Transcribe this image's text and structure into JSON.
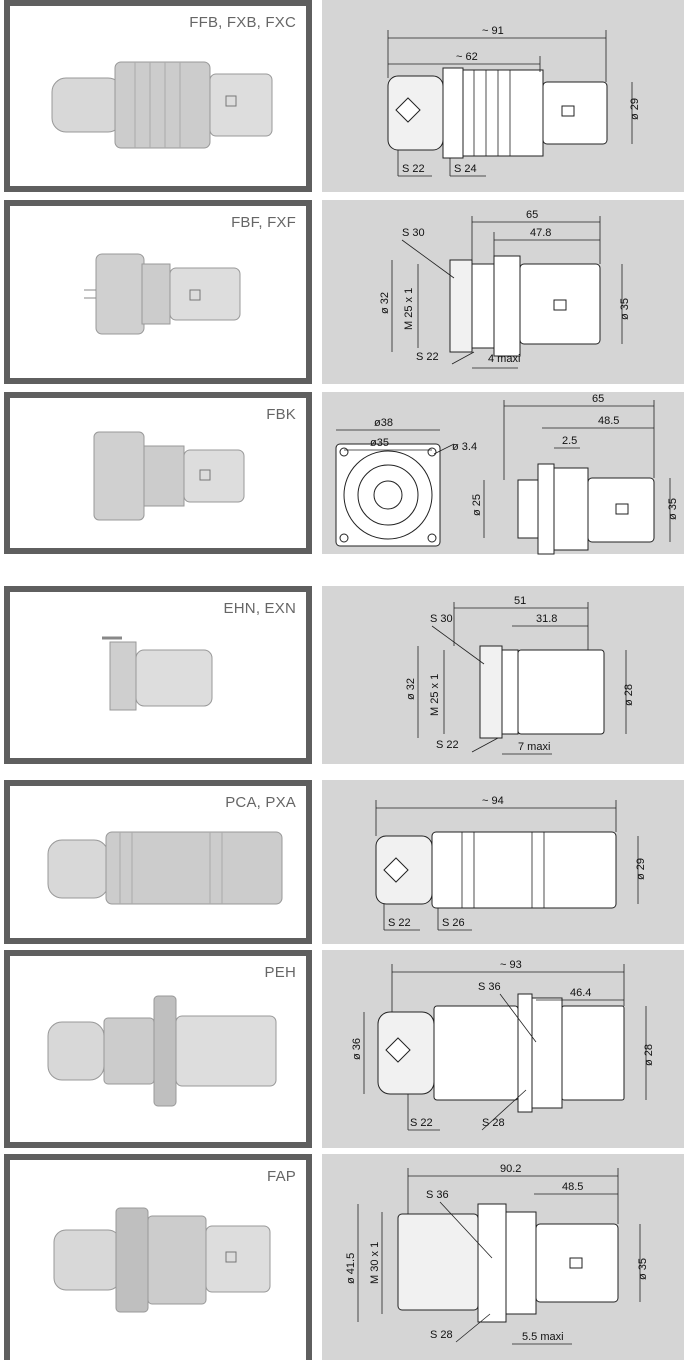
{
  "rows": [
    {
      "code": "FFB, FXB, FXC",
      "dims": {
        "a": "~ 91",
        "b": "~ 62",
        "c": "ø 29",
        "d": "S 22",
        "e": "S 24"
      }
    },
    {
      "code": "FBF, FXF",
      "dims": {
        "a": "65",
        "b": "47.8",
        "c": "S 30",
        "d": "ø 32",
        "e": "M 25 x 1",
        "f": "ø 35",
        "g": "S 22",
        "h": "4 maxi"
      }
    },
    {
      "code": "FBK",
      "dims": {
        "a": "ø38",
        "b": "ø35",
        "c": "ø 3.4",
        "d": "65",
        "e": "48.5",
        "f": "2.5",
        "g": "ø 25",
        "h": "ø 35"
      }
    },
    {
      "code": "EHN, EXN",
      "dims": {
        "a": "51",
        "b": "31.8",
        "c": "S 30",
        "d": "ø 32",
        "e": "M 25 x 1",
        "f": "ø 28",
        "g": "S 22",
        "h": "7 maxi"
      }
    },
    {
      "code": "PCA, PXA",
      "dims": {
        "a": "~ 94",
        "b": "ø 29",
        "c": "S 22",
        "d": "S 26"
      }
    },
    {
      "code": "PEH",
      "dims": {
        "a": "~ 93",
        "b": "S 36",
        "c": "46.4",
        "d": "ø 36",
        "e": "ø 28",
        "f": "S 22",
        "g": "S 28"
      }
    },
    {
      "code": "FAP",
      "dims": {
        "a": "90.2",
        "b": "S 36",
        "c": "48.5",
        "d": "ø 41.5",
        "e": "M 30 x 1",
        "f": "ø 35",
        "g": "S 28",
        "h": "5.5 maxi"
      }
    }
  ]
}
